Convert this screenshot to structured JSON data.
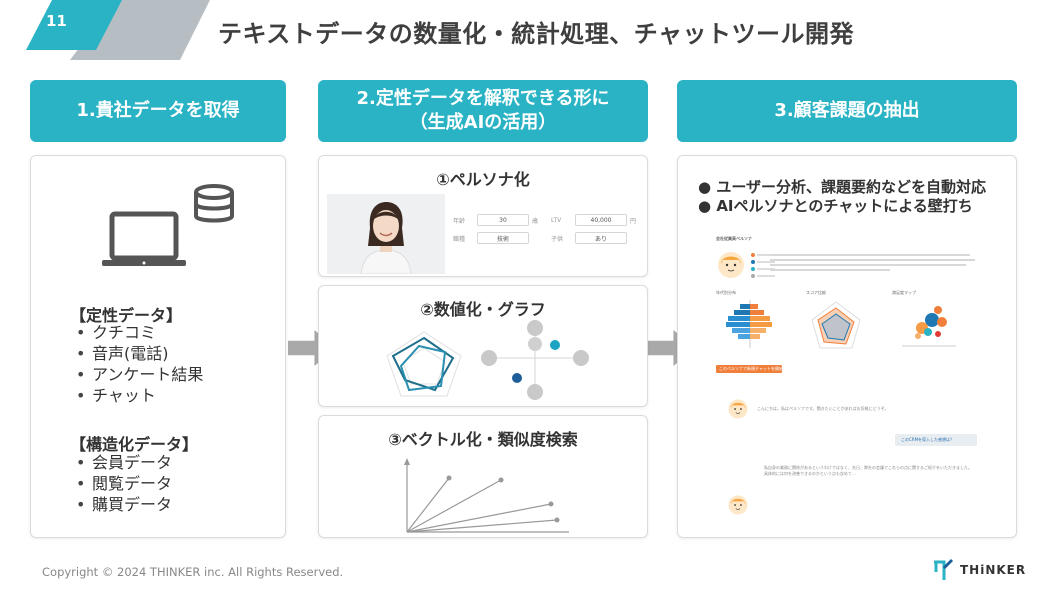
{
  "page_number": "11",
  "title": "テキストデータの数量化・統計処理、チャットツール開発",
  "columns": [
    {
      "header": "1.貴社データを取得"
    },
    {
      "header_line1": "2.定性データを解釈できる形に",
      "header_line2": "（生成AIの活用）"
    },
    {
      "header": "3.顧客課題の抽出"
    }
  ],
  "data_sources": {
    "qualitative_heading": "【定性データ】",
    "qualitative_items": [
      "クチコミ",
      "音声(電話)",
      "アンケート結果",
      "チャット"
    ],
    "structured_heading": "【構造化データ】",
    "structured_items": [
      "会員データ",
      "閲覧データ",
      "購買データ"
    ]
  },
  "cards": {
    "persona": {
      "title": "①ペルソナ化",
      "fields": [
        {
          "label": "年齢",
          "value": "30",
          "unit": "歳"
        },
        {
          "label": "LTV",
          "value": "40,000",
          "unit": "円"
        },
        {
          "label": "職種",
          "value": "技術",
          "unit": ""
        },
        {
          "label": "子供",
          "value": "あり",
          "unit": ""
        }
      ]
    },
    "graph": {
      "title": "②数値化・グラフ"
    },
    "vector": {
      "title": "③ベクトル化・類似度検索"
    }
  },
  "issues": {
    "bullets": [
      "ユーザー分析、課題要約などを自動対応",
      "AIペルソナとのチャットによる壁打ち"
    ],
    "bullet_glyph": "●",
    "dashboard_title": "会社従業員ペルソナ",
    "chart_titles": [
      "年代別分布",
      "スコア比較",
      "満足度マップ"
    ],
    "action_label": "このペルソナで新規チャットを開始する",
    "chat": {
      "assistant_greeting": "こんにちは。私はペルソナです。聞きたいことがあればお気軽にどうぞ。",
      "user_question": "このCRMを導入した感想は？",
      "assistant_answer": "私自身の業務に関係があるというわけではなく、先日、弊社の会議でこれらの点に関するご紹介をいただきました。具体的には何を改善できるのかという点も含めて…"
    }
  },
  "footer": {
    "copyright": "Copyright © 2024 THINKER inc. All Rights Reserved.",
    "brand": "THiNKER"
  },
  "colors": {
    "accent": "#2ab3c4",
    "secondary": "#b7bec3",
    "arrow": "#a9a9a9",
    "orange": "#f07f3c",
    "blue": "#1f77b4"
  }
}
